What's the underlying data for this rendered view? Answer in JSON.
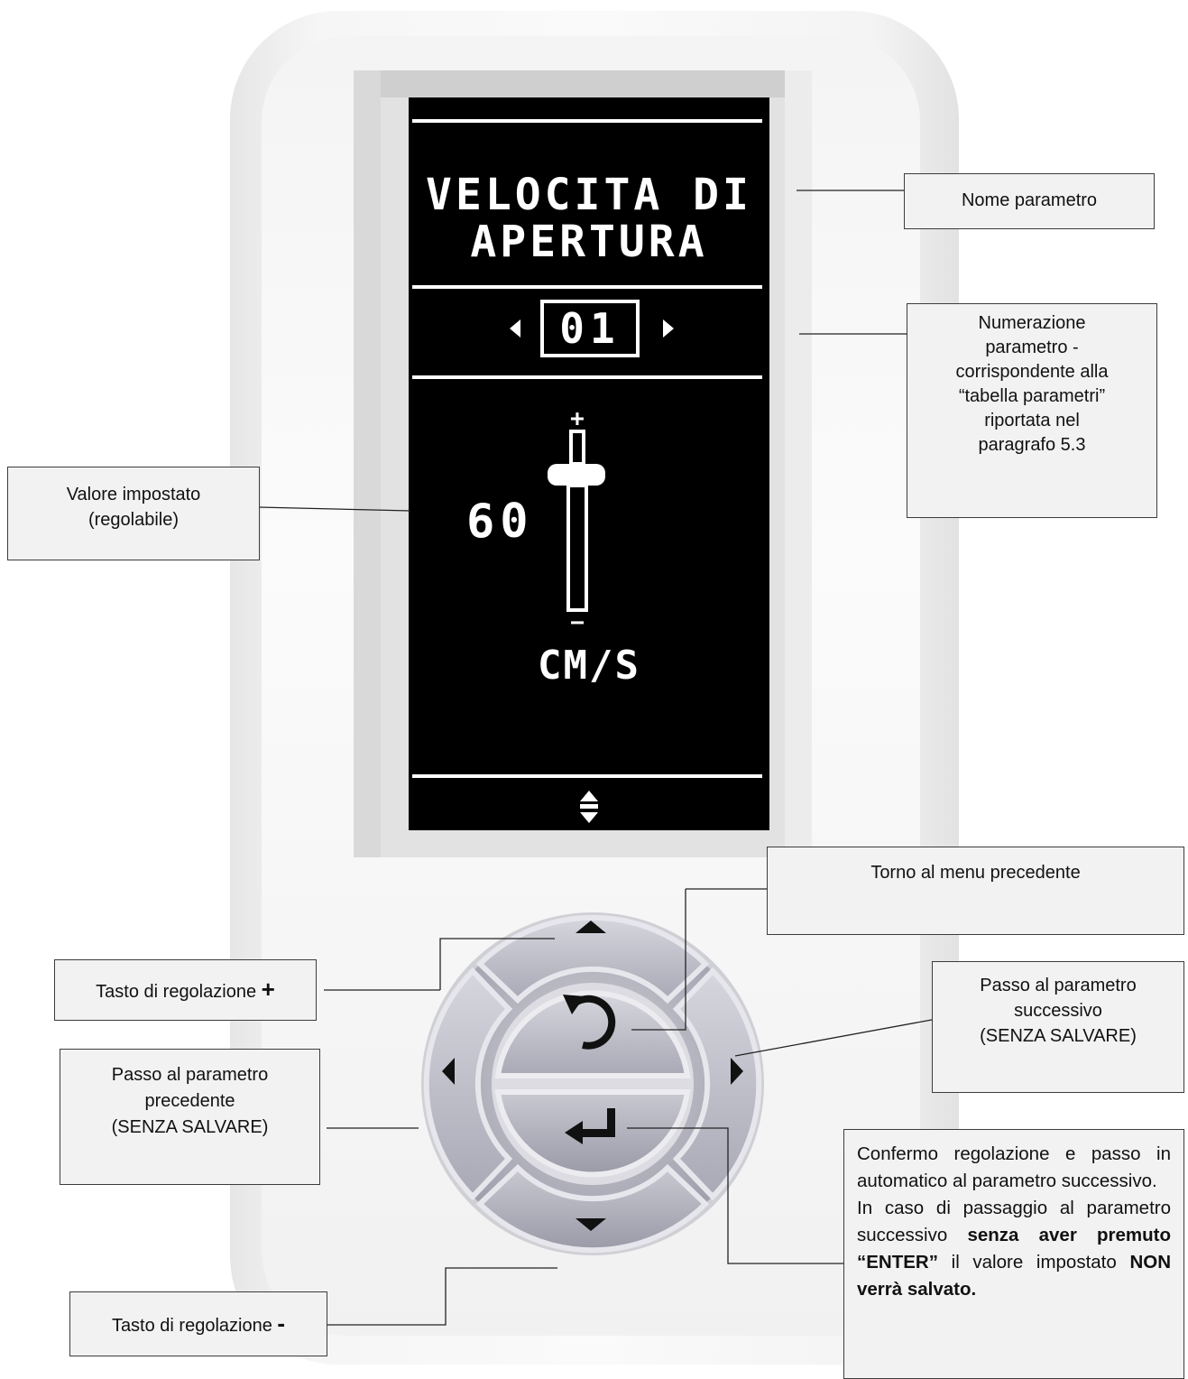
{
  "display": {
    "param_name_line1": "VELOCITA DI",
    "param_name_line2": "APERTURA",
    "param_number": "01",
    "value": "60",
    "unit": "CM/S",
    "slider_plus": "+",
    "slider_minus": "−"
  },
  "callouts": {
    "nome_parametro": "Nome parametro",
    "numerazione": {
      "line1": "Numerazione",
      "line2": "parametro -",
      "line3": "corrispondente alla",
      "line4": "“tabella parametri”",
      "line5": "riportata nel",
      "line6": "paragrafo 5.3"
    },
    "valore": {
      "line1": "Valore impostato",
      "line2": "(regolabile)"
    },
    "torno": "Torno al menu precedente",
    "tasto_plus": {
      "label": "Tasto di regolazione",
      "sign": "+"
    },
    "passo_successivo": {
      "line1": "Passo al parametro",
      "line2": "successivo",
      "line3": "(SENZA SALVARE)"
    },
    "passo_precedente": {
      "line1": "Passo al parametro",
      "line2": "precedente",
      "line3": "(SENZA SALVARE)"
    },
    "confermo": {
      "part1": "Confermo regolazione e passo in automatico al parametro successivo.",
      "part2": "In caso di passaggio al parametro successivo",
      "bold1": "senza aver premuto “ENTER”",
      "part3": "il valore impostato",
      "bold2": "NON verrà salvato."
    },
    "tasto_minus": {
      "label": "Tasto di regolazione",
      "sign": "-"
    }
  },
  "keypad": {
    "up_icon": "up-triangle-icon",
    "down_icon": "down-triangle-icon",
    "left_icon": "left-triangle-icon",
    "right_icon": "right-triangle-icon",
    "back_icon": "back-arrow-icon",
    "enter_icon": "enter-arrow-icon"
  },
  "colors": {
    "screen_bg": "#000000",
    "screen_fg": "#ffffff",
    "callout_bg": "#f2f2f2",
    "button_fill": "#b9b9c4"
  }
}
